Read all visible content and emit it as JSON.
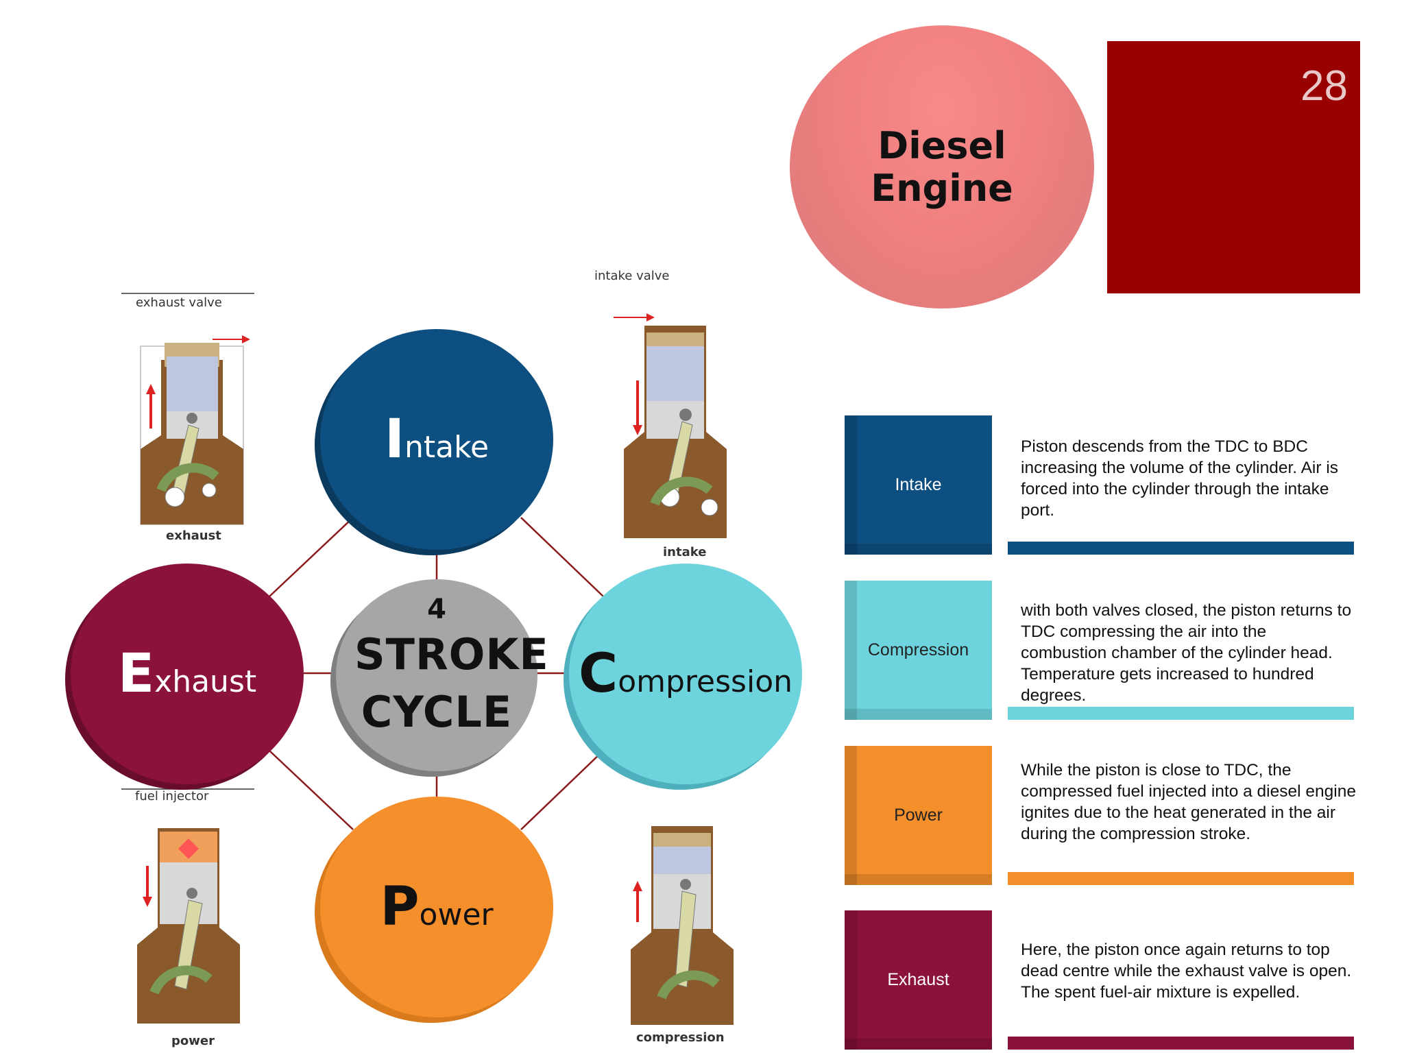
{
  "page_number": "28",
  "title": "Diesel Engine",
  "colors": {
    "intake": "#0d4f80",
    "compression": "#6dd4de",
    "power": "#f58f2c",
    "exhaust": "#8b1238",
    "center": "#a6a6a8",
    "title_circle": "#f08080",
    "number_block": "#990000",
    "connector": "#8b1a1a"
  },
  "cycle": {
    "center": {
      "number": "4",
      "word": "STROKE CYCLE"
    },
    "intake": {
      "cap": "I",
      "rest": "ntake"
    },
    "compression": {
      "cap": "C",
      "rest": "ompression"
    },
    "power": {
      "cap": "P",
      "rest": "ower"
    },
    "exhaust": {
      "cap": "E",
      "rest": "xhaust"
    }
  },
  "engines": {
    "exhaust": {
      "callout": "exhaust valve",
      "caption": "exhaust"
    },
    "intake": {
      "callout": "intake valve",
      "caption": "intake"
    },
    "power": {
      "callout": "fuel injector",
      "caption": "power"
    },
    "compression": {
      "caption": "compression"
    }
  },
  "steps": [
    {
      "label": "Intake",
      "color": "#0d4f80",
      "bar_color": "#0d4f80",
      "desc": "Piston descends from the TDC to BDC increasing the volume of the cylinder. Air is forced into the cylinder through the intake port."
    },
    {
      "label": "Compression",
      "color": "#6dd4de",
      "bar_color": "#6dd4de",
      "desc": "with both valves closed, the piston returns to TDC compressing the air into the combustion chamber of the cylinder head. Temperature gets increased to hundred degrees."
    },
    {
      "label": "Power",
      "color": "#f58f2c",
      "bar_color": "#f58f2c",
      "desc": "While the piston is close to TDC, the compressed fuel injected into a diesel engine ignites due to the heat generated in the air during the compression stroke."
    },
    {
      "label": "Exhaust",
      "color": "#8b1238",
      "bar_color": "#8b1238",
      "desc": "Here, the piston once again returns to top dead centre while the exhaust valve is open. The spent fuel-air mixture is expelled."
    }
  ]
}
